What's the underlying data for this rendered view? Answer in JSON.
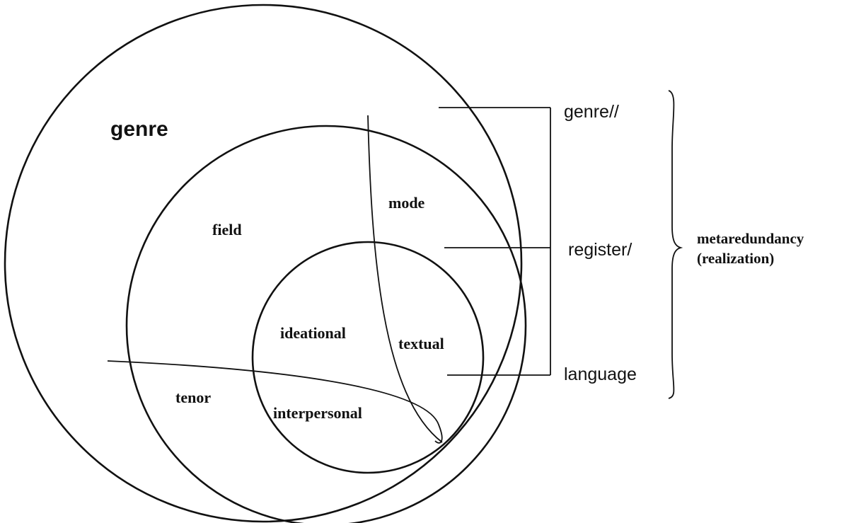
{
  "labels": {
    "genre": "genre",
    "field": "field",
    "mode": "mode",
    "tenor": "tenor",
    "ideational": "ideational",
    "textual": "textual",
    "interpersonal": "interpersonal"
  },
  "strata": {
    "genre": "genre//",
    "register": "register/",
    "language": "language"
  },
  "annotation": {
    "line1": "metaredundancy",
    "line2": "(realization)"
  }
}
